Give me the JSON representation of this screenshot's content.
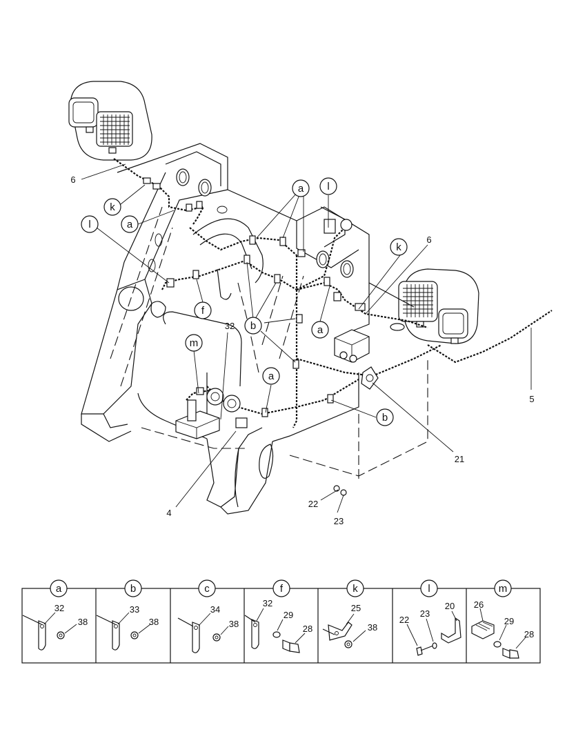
{
  "main_labels": {
    "l4": "4",
    "l5": "5",
    "l6a": "6",
    "l6b": "6",
    "l21": "21",
    "l22": "22",
    "l23": "23",
    "l32": "32"
  },
  "main_callouts": {
    "k1": "k",
    "k2": "k",
    "l1": "l",
    "l2": "l",
    "m": "m",
    "a1": "a",
    "a2": "a",
    "a3": "a",
    "a4": "a",
    "b1": "b",
    "b2": "b",
    "f": "f"
  },
  "legend": {
    "a": {
      "letter": "a",
      "nums": [
        "32",
        "38"
      ]
    },
    "b": {
      "letter": "b",
      "nums": [
        "33",
        "38"
      ]
    },
    "c": {
      "letter": "c",
      "nums": [
        "34",
        "38"
      ]
    },
    "f": {
      "letter": "f",
      "nums": [
        "32",
        "29",
        "28"
      ]
    },
    "k": {
      "letter": "k",
      "nums": [
        "25",
        "38"
      ]
    },
    "l": {
      "letter": "l",
      "nums": [
        "22",
        "23",
        "20"
      ]
    },
    "m": {
      "letter": "m",
      "nums": [
        "26",
        "29",
        "28"
      ]
    }
  }
}
